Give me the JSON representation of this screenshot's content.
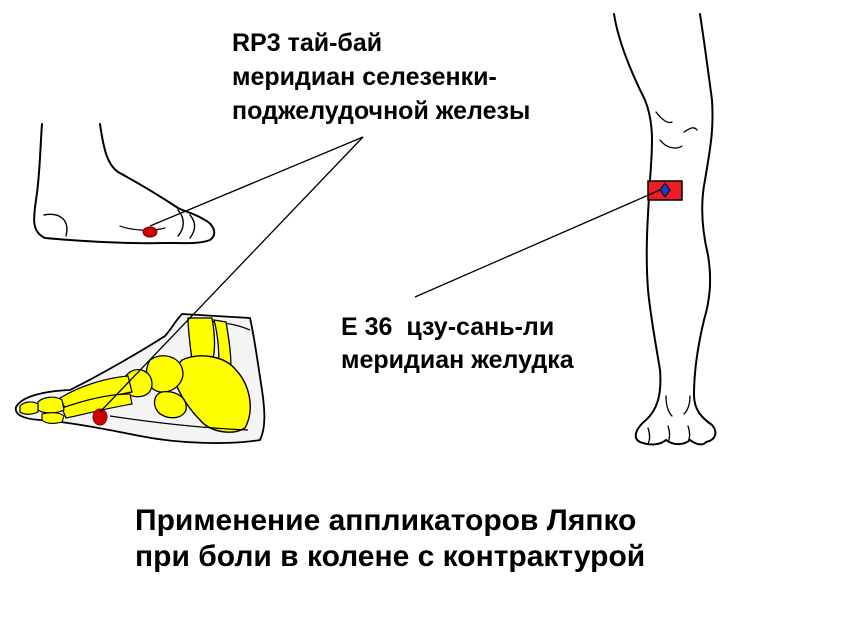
{
  "points": {
    "rp3": {
      "line1": "RP3 тай-бай",
      "line2": "меридиан селезенки-",
      "line3": "поджелудочной железы"
    },
    "e36": {
      "line1": "Е 36  цзу-сань-ли",
      "line2": "меридиан желудка"
    }
  },
  "footer": {
    "line1": "Применение аппликаторов Ляпко",
    "line2": "при боли в колене с контрактурой"
  },
  "colors": {
    "bone_fill": "#ffff00",
    "point_fill": "#cc0000",
    "applicator_red": "#ee1c24",
    "applicator_blue": "#1a3cc8",
    "outline": "#000000"
  },
  "icons": [
    "foot-side-outline",
    "foot-skeleton",
    "leg-outline",
    "acupoint-marker",
    "applicator-patch"
  ]
}
